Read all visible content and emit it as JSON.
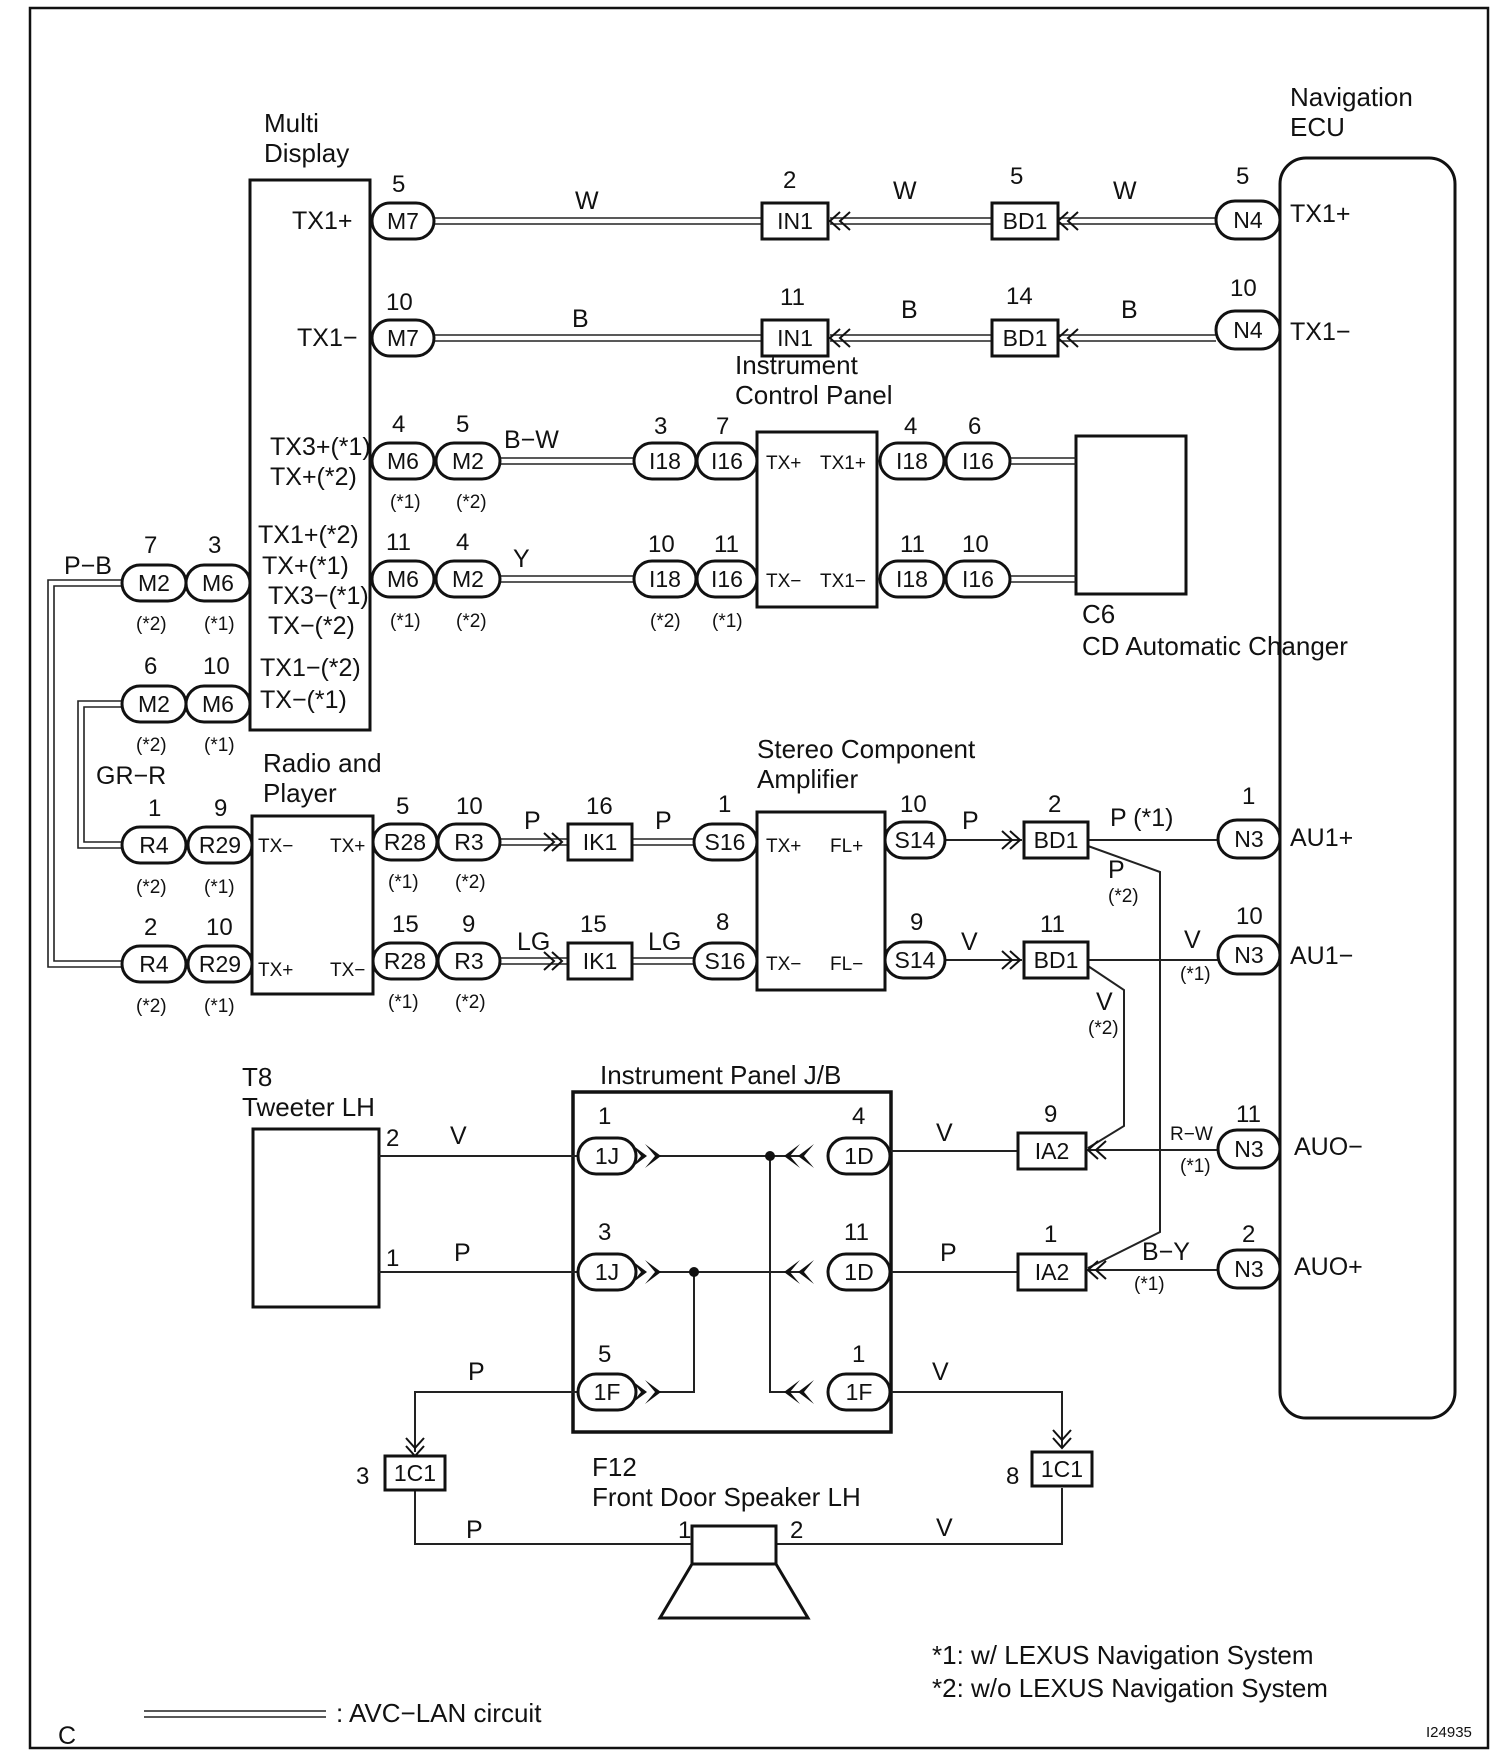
{
  "components": {
    "multi_display": "Multi Display",
    "navigation_ecu": "Navigation ECU",
    "instrument_control_panel": "Instrument Control Panel",
    "cd_changer_code": "C6",
    "cd_changer_name": "CD Automatic Changer",
    "radio_player": "Radio and Player",
    "stereo_amp": "Stereo Component Amplifier",
    "tweeter_code": "T8",
    "tweeter_name": "Tweeter LH",
    "instrument_panel_jb": "Instrument Panel J/B",
    "speaker_code": "F12",
    "speaker_name": "Front Door Speaker LH"
  },
  "terminals": {
    "md_tx1p": "TX1+",
    "md_tx1m": "TX1−",
    "md_tx3p": "TX3+(*1)",
    "md_txp2": "TX+(*2)",
    "md_tx1p2": "TX1+(*2)",
    "md_txp1": "TX+(*1)",
    "md_tx3m1": "TX3−(*1)",
    "md_txm2": "TX−(*2)",
    "md_tx1m2": "TX1−(*2)",
    "md_txm1": "TX−(*1)",
    "nav_tx1p": "TX1+",
    "nav_tx1m": "TX1−",
    "nav_au1p": "AU1+",
    "nav_au1m": "AU1−",
    "nav_auom": "AUO−",
    "nav_auop": "AUO+",
    "icp_txp": "TX+",
    "icp_tx1p": "TX1+",
    "icp_txm": "TX−",
    "icp_tx1m": "TX1−",
    "rp_txm_l": "TX−",
    "rp_txp_r": "TX+",
    "rp_txp_l": "TX+",
    "rp_txm_r": "TX−",
    "amp_txp": "TX+",
    "amp_flp": "FL+",
    "amp_txm": "TX−",
    "amp_flm": "FL−"
  },
  "wires": {
    "W": "W",
    "B": "B",
    "BW": "B−W",
    "Y": "Y",
    "PB": "P−B",
    "GRR": "GR−R",
    "P": "P",
    "LG": "LG",
    "V": "V",
    "RW": "R−W",
    "BY": "B−Y",
    "P1": "P (*1)",
    "P2": "P",
    "V1": "V",
    "V2": "V"
  },
  "pins": [
    "5",
    "10",
    "4",
    "11",
    "3",
    "7",
    "6",
    "2",
    "14",
    "9",
    "1",
    "16",
    "15",
    "8"
  ],
  "notes": {
    "n1": "(*1)",
    "n2": "(*2)",
    "legend1": "*1: w/ LEXUS Navigation System",
    "legend2": "*2: w/o LEXUS Navigation System",
    "avc": ": AVC−LAN circuit",
    "corner": "C",
    "figure_id": "I24935"
  },
  "connectors": {
    "M7": "M7",
    "M6": "M6",
    "M2": "M2",
    "IN1": "IN1",
    "BD1": "BD1",
    "N4": "N4",
    "I18": "I18",
    "I16": "I16",
    "R4": "R4",
    "R29": "R29",
    "R28": "R28",
    "R3": "R3",
    "IK1": "IK1",
    "S16": "S16",
    "S14": "S14",
    "N3": "N3",
    "IA2": "IA2",
    "J1": "1J",
    "D1": "1D",
    "F1": "1F",
    "C1": "1C1"
  }
}
